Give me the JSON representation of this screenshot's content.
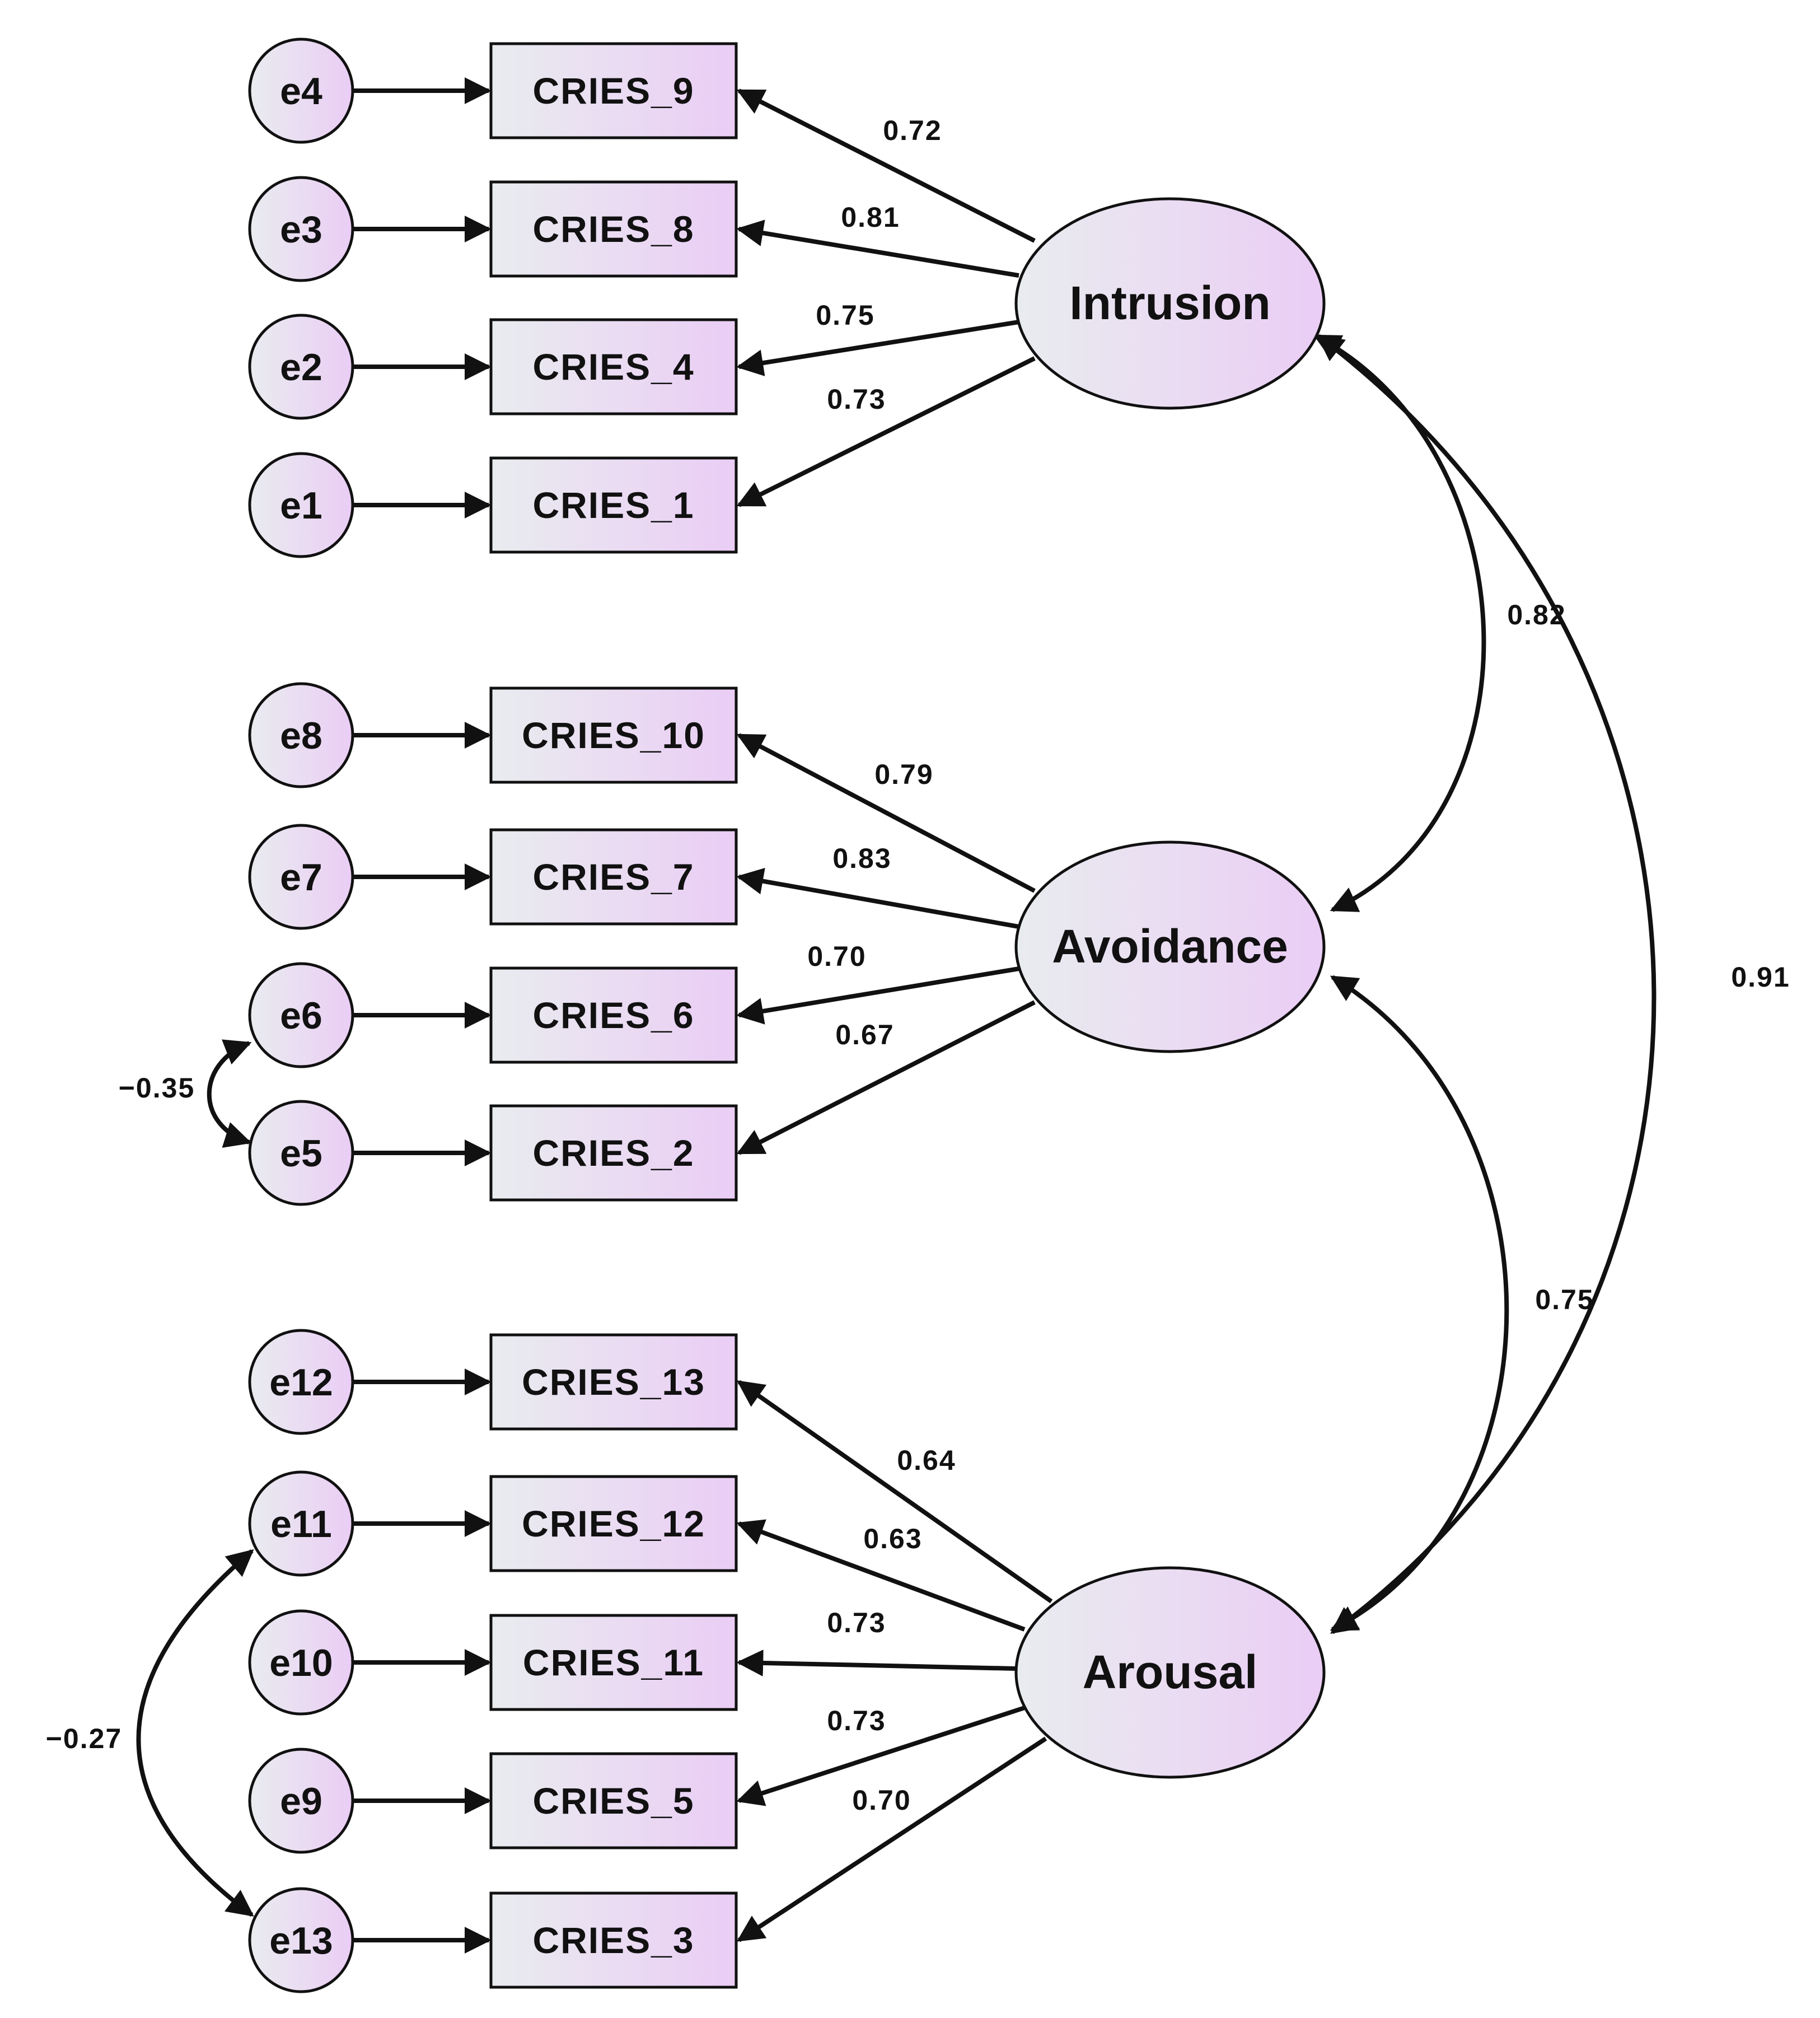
{
  "colors": {
    "gradient_start": "#e9ecef",
    "gradient_end": "#eacdf5",
    "stroke": "#111111",
    "background": "#ffffff"
  },
  "factors": [
    {
      "id": "intrusion",
      "label": "Intrusion"
    },
    {
      "id": "avoidance",
      "label": "Avoidance"
    },
    {
      "id": "arousal",
      "label": "Arousal"
    }
  ],
  "items": [
    {
      "label": "CRIES_9",
      "error": "e4",
      "factor": "intrusion",
      "loading": "0.72"
    },
    {
      "label": "CRIES_8",
      "error": "e3",
      "factor": "intrusion",
      "loading": "0.81"
    },
    {
      "label": "CRIES_4",
      "error": "e2",
      "factor": "intrusion",
      "loading": "0.75"
    },
    {
      "label": "CRIES_1",
      "error": "e1",
      "factor": "intrusion",
      "loading": "0.73"
    },
    {
      "label": "CRIES_10",
      "error": "e8",
      "factor": "avoidance",
      "loading": "0.79"
    },
    {
      "label": "CRIES_7",
      "error": "e7",
      "factor": "avoidance",
      "loading": "0.83"
    },
    {
      "label": "CRIES_6",
      "error": "e6",
      "factor": "avoidance",
      "loading": "0.70"
    },
    {
      "label": "CRIES_2",
      "error": "e5",
      "factor": "avoidance",
      "loading": "0.67"
    },
    {
      "label": "CRIES_13",
      "error": "e12",
      "factor": "arousal",
      "loading": "0.64"
    },
    {
      "label": "CRIES_12",
      "error": "e11",
      "factor": "arousal",
      "loading": "0.63"
    },
    {
      "label": "CRIES_11",
      "error": "e10",
      "factor": "arousal",
      "loading": "0.73"
    },
    {
      "label": "CRIES_5",
      "error": "e9",
      "factor": "arousal",
      "loading": "0.73"
    },
    {
      "label": "CRIES_3",
      "error": "e13",
      "factor": "arousal",
      "loading": "0.70"
    }
  ],
  "factor_correlations": [
    {
      "from": "intrusion",
      "to": "avoidance",
      "value": "0.82"
    },
    {
      "from": "avoidance",
      "to": "arousal",
      "value": "0.75"
    },
    {
      "from": "intrusion",
      "to": "arousal",
      "value": "0.91"
    }
  ],
  "error_covariances": [
    {
      "from": "e6",
      "to": "e5",
      "value": "−0.35"
    },
    {
      "from": "e11",
      "to": "e13",
      "value": "−0.27"
    }
  ]
}
